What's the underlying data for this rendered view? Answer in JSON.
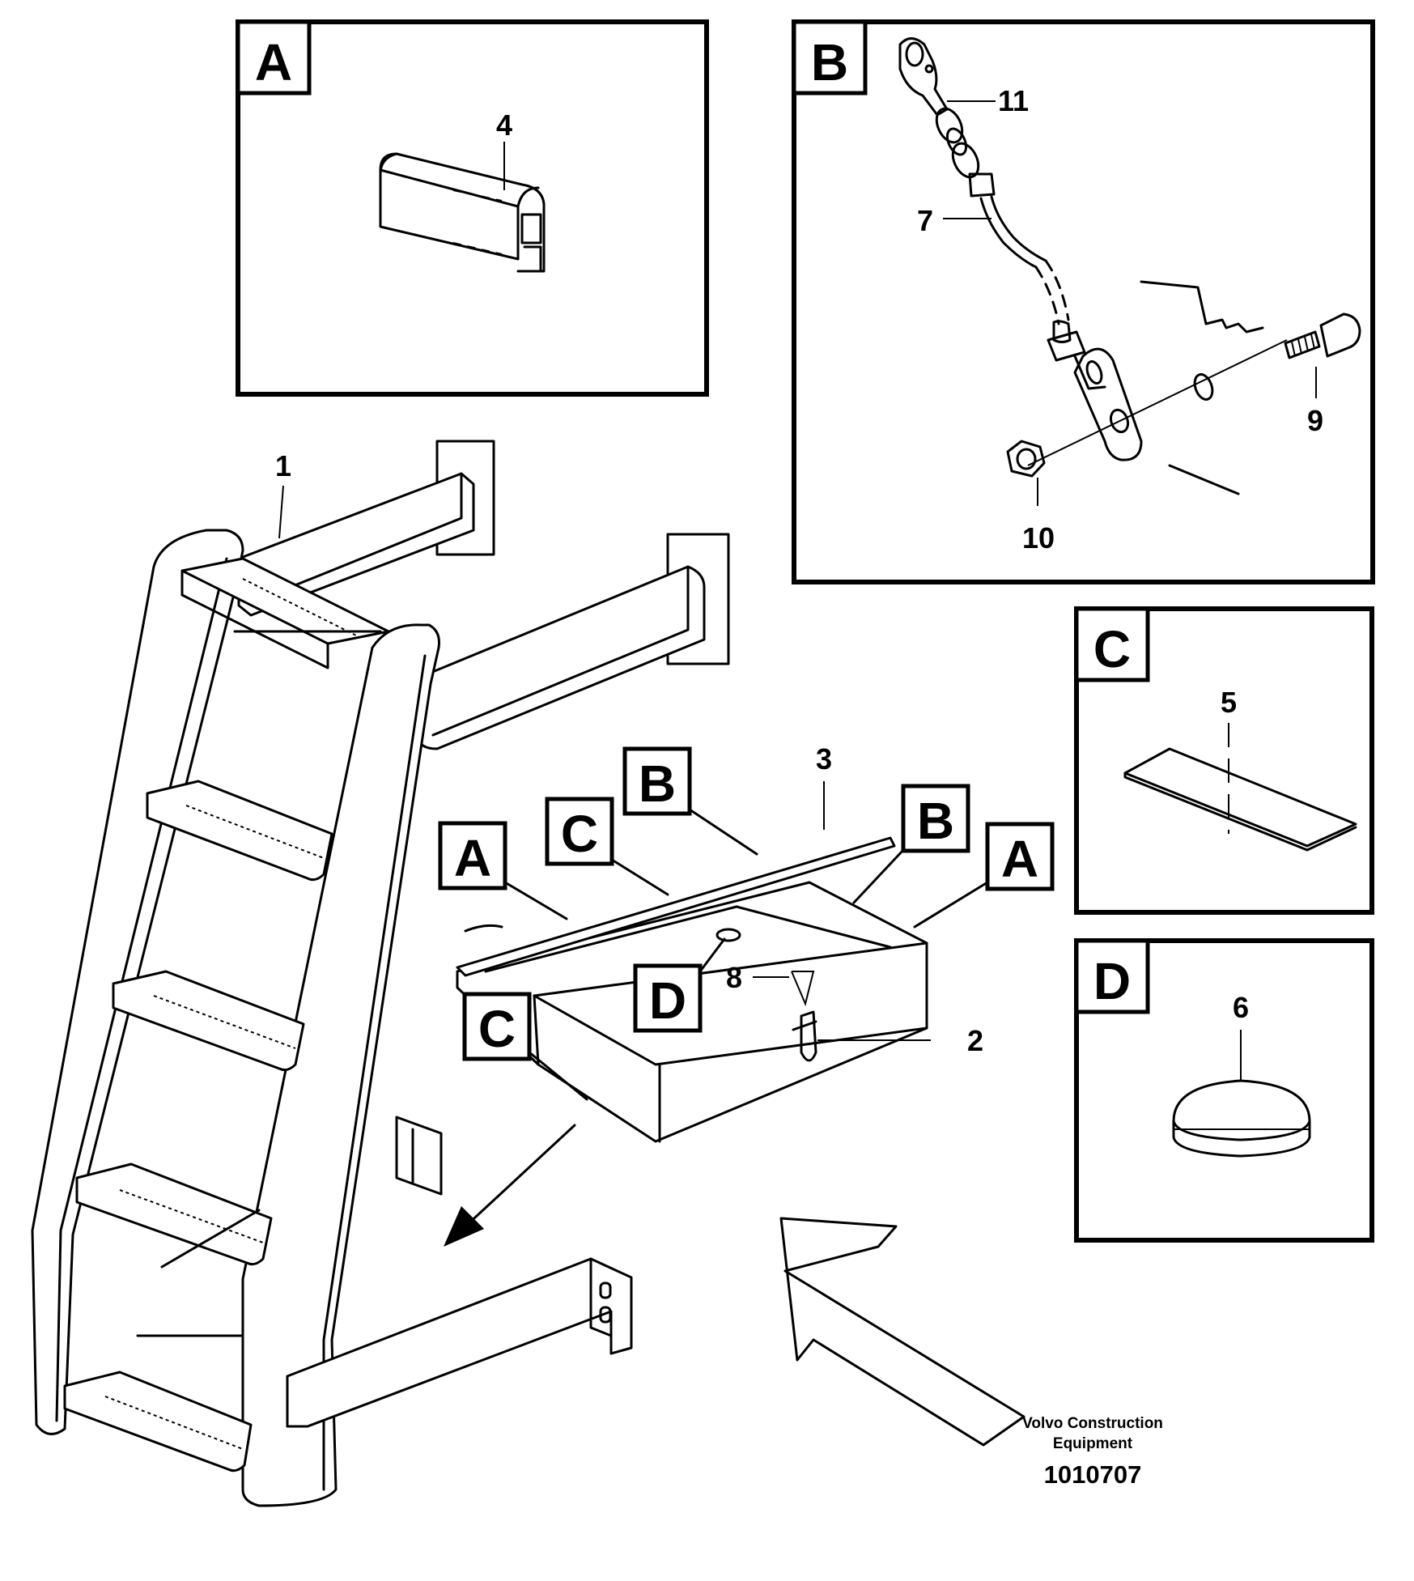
{
  "detail_panels": {
    "A": {
      "letter": "A",
      "part": "4"
    },
    "B": {
      "letter": "B",
      "parts": [
        "11",
        "7",
        "9",
        "10"
      ]
    },
    "C": {
      "letter": "C",
      "part": "5"
    },
    "D": {
      "letter": "D",
      "part": "6"
    }
  },
  "main_view": {
    "callouts": [
      "1",
      "2",
      "3",
      "8"
    ],
    "section_tags": [
      "A",
      "C",
      "B",
      "C",
      "B",
      "A",
      "D"
    ]
  },
  "credit": {
    "line1": "Volvo Construction",
    "line2": "Equipment"
  },
  "document_number": "1010707"
}
